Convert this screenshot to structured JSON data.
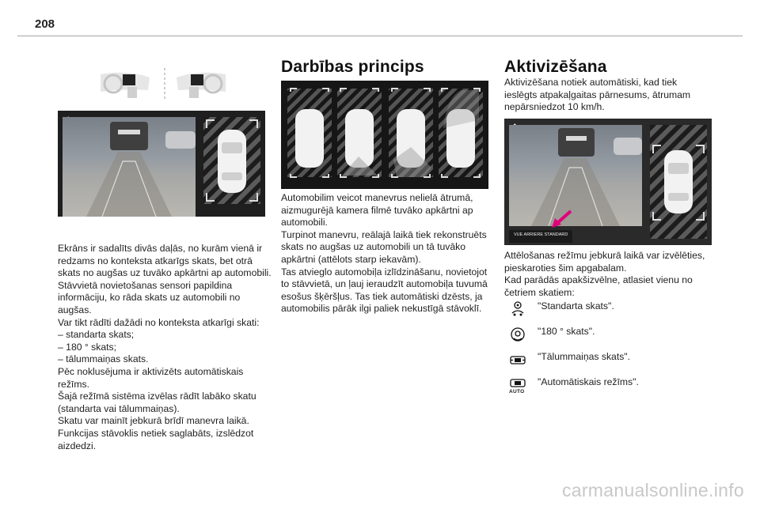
{
  "page": {
    "number": "208"
  },
  "column_left": {
    "screen_back_icon": "back-arrow-icon",
    "paragraph": "Ekrāns ir sadalīts divās daļās, no kurām vienā ir redzams no konteksta atkarīgs skats, bet otrā skats no augšas uz tuvāko apkārtni ap automobili.\nStāvvietā novietošanas sensori papildina informāciju, ko rāda skats uz automobili no augšas.\nVar tikt rādīti dažādi no konteksta atkarīgi skati:\n–  standarta skats;\n–  180 ° skats;\n–  tālummaiņas skats.\nPēc noklusējuma ir aktivizēts automātiskais režīms.\nŠajā režīmā sistēma izvēlas rādīt labāko skatu (standarta vai tālummaiņas).\nSkatu var mainīt jebkurā brīdī manevra laikā.\nFunkcijas stāvoklis netiek saglabāts, izslēdzot aizdedzi."
  },
  "column_middle": {
    "heading": "Darbības princips",
    "paragraph": "Automobilim veicot manevrus nelielā ātrumā, aizmugurējā kamera filmē tuvāko apkārtni ap automobili.\nTurpinot manevru, reālajā laikā tiek rekonstruēts skats no augšas uz automobili un tā tuvāko apkārtni (attēlots starp iekavām).\nTas atvieglo automobiļa izlīdzināšanu, novietojot to stāvvietā, un ļauj ieraudzīt automobiļa tuvumā esošus šķēršļus. Tas tiek automātiski dzēsts, ja automobilis pārāk ilgi paliek nekustīgā stāvoklī."
  },
  "column_right": {
    "heading": "Aktivizēšana",
    "intro": "Aktivizēšana notiek automātiski, kad tiek ieslēgts atpakaļgaitas pārnesums, ātrumam nepārsniedzot 10 km/h.",
    "screen_label": "VUE ARRIERE STANDARD",
    "screen_back_icon": "back-arrow-icon",
    "paragraph": "Attēlošanas režīmu jebkurā laikā var izvēlēties, pieskaroties šim apgabalam.\nKad parādās apakšizvēlne, atlasiet vienu no četriem skatiem:",
    "modes": [
      {
        "icon": "standard-view-icon",
        "label": "\"Standarta skats\"."
      },
      {
        "icon": "180-view-icon",
        "label": "\"180 ° skats\"."
      },
      {
        "icon": "zoom-view-icon",
        "label": "\"Tālummaiņas skats\"."
      },
      {
        "icon": "auto-mode-icon",
        "badge": "AUTO",
        "label": "\"Automātiskais režīms\"."
      }
    ]
  },
  "footer": {
    "watermark": "carmanualsonline.info"
  }
}
